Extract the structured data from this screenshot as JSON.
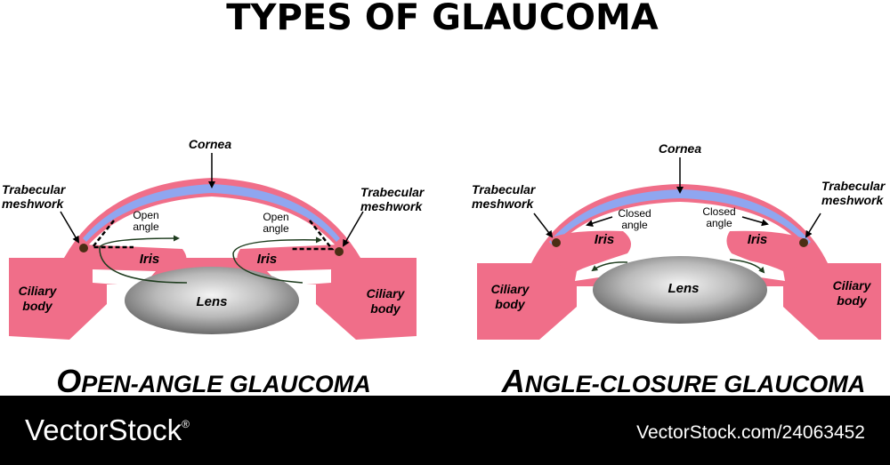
{
  "title": "TYPES OF GLAUCOMA",
  "left": {
    "cornea": "Cornea",
    "trabecular_left": [
      "Trabecular",
      "meshwork"
    ],
    "trabecular_right": [
      "Trabecular",
      "meshwork"
    ],
    "open_angle_left": [
      "Open",
      "angle"
    ],
    "open_angle_right": [
      "Open",
      "angle"
    ],
    "iris_left": "Iris",
    "iris_right": "Iris",
    "lens": "Lens",
    "ciliary_left": [
      "Ciliary",
      "body"
    ],
    "ciliary_right": [
      "Ciliary",
      "body"
    ],
    "caption_big1": "O",
    "caption_small1": "PEN-ANGLE GLAUCOMA"
  },
  "right": {
    "cornea": "Cornea",
    "trabecular_left": [
      "Trabecular",
      "meshwork"
    ],
    "trabecular_right": [
      "Trabecular",
      "meshwork"
    ],
    "closed_angle_left": [
      "Closed",
      "angle"
    ],
    "closed_angle_right": [
      "Closed",
      "angle"
    ],
    "iris_left": "Iris",
    "iris_right": "Iris",
    "lens": "Lens",
    "ciliary_left": [
      "Ciliary",
      "body"
    ],
    "ciliary_right": [
      "Ciliary",
      "body"
    ],
    "caption_big1": "A",
    "caption_small1": "NGLE-CLOSURE GLAUCOMA"
  },
  "footer": {
    "brand": "VectorStock",
    "brand_mark": "®",
    "url": "VectorStock.com/24063452"
  },
  "colors": {
    "tissue": "#f06e89",
    "cornea_inner": "#8fa6f0",
    "lens_dark": "#6d6d6d",
    "lens_light": "#f2f2f2",
    "meshwork": "#4a2e14",
    "footer_bg": "#000000"
  }
}
